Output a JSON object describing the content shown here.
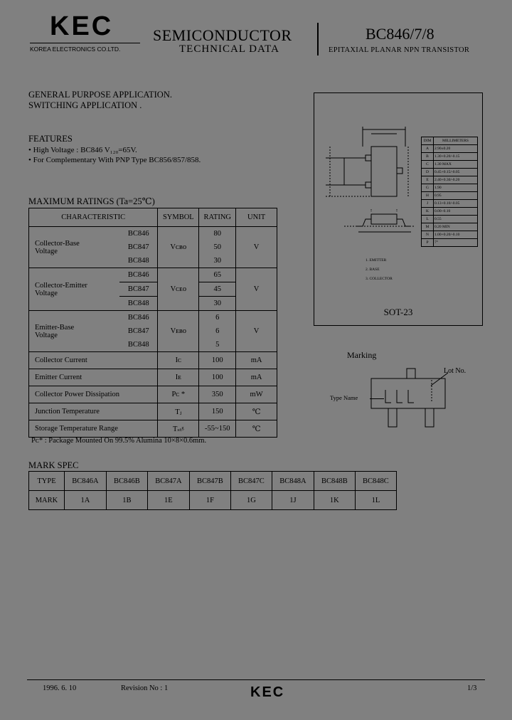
{
  "header": {
    "logo": "KEC",
    "company": "KOREA ELECTRONICS CO.LTD.",
    "semiconductor": "SEMICONDUCTOR",
    "technical_data": "TECHNICAL DATA",
    "part_number": "BC846/7/8",
    "description": "EPITAXIAL PLANAR NPN TRANSISTOR"
  },
  "applications": [
    "GENERAL PURPOSE APPLICATION.",
    "SWITCHING APPLICATION ."
  ],
  "features": {
    "heading": "FEATURES",
    "items": [
      "• High Voltage : BC846 V₁₂₀=65V.",
      "• For Complementary With PNP Type BC856/857/858."
    ]
  },
  "max_ratings": {
    "heading": "MAXIMUM RATINGS (Ta=25℃)",
    "columns": [
      "CHARACTERISTIC",
      "SYMBOL",
      "RATING",
      "UNIT"
    ],
    "groups": [
      {
        "name_lines": [
          "Collector-Base",
          "Voltage"
        ],
        "subs": [
          "BC846",
          "BC847",
          "BC848"
        ],
        "symbol": "Vᴄʙᴏ",
        "ratings": [
          "80",
          "50",
          "30"
        ],
        "unit": "V"
      },
      {
        "name_lines": [
          "Collector-Emitter",
          "Voltage"
        ],
        "subs": [
          "BC846",
          "BC847",
          "BC848"
        ],
        "symbol": "Vᴄᴇᴏ",
        "ratings": [
          "65",
          "45",
          "30"
        ],
        "unit": "V"
      },
      {
        "name_lines": [
          "Emitter-Base",
          "Voltage"
        ],
        "subs": [
          "BC846",
          "BC847",
          "BC848"
        ],
        "symbol": "Vᴇʙᴏ",
        "ratings": [
          "6",
          "6",
          "5"
        ],
        "unit": "V"
      }
    ],
    "rows": [
      {
        "name": "Collector Current",
        "symbol": "Iᴄ",
        "rating": "100",
        "unit": "mA"
      },
      {
        "name": "Emitter Current",
        "symbol": "Iᴇ",
        "rating": "100",
        "unit": "mA"
      },
      {
        "name": "Collector Power Dissipation",
        "symbol": "Pᴄ *",
        "rating": "350",
        "unit": "mW"
      },
      {
        "name": "Junction Temperature",
        "symbol": "Tⱼ",
        "rating": "150",
        "unit": "℃"
      },
      {
        "name": "Storage Temperature Range",
        "symbol": "Tₛₜᵍ",
        "rating": "-55~150",
        "unit": "℃"
      }
    ],
    "footnote": "Pᴄ* : Package Mounted On 99.5% Alumina 10×8×0.6mm."
  },
  "mark_spec": {
    "heading": "MARK SPEC",
    "type_label": "TYPE",
    "mark_label": "MARK",
    "types": [
      "BC846A",
      "BC846B",
      "BC847A",
      "BC847B",
      "BC847C",
      "BC848A",
      "BC848B",
      "BC848C"
    ],
    "marks": [
      "1A",
      "1B",
      "1E",
      "1F",
      "1G",
      "1J",
      "1K",
      "1L"
    ]
  },
  "package": {
    "name": "SOT-23",
    "pins": [
      "1. EMITTER",
      "2. BASE",
      "3. COLLECTOR"
    ],
    "dim_header": [
      "DIM",
      "MILLIMETERS"
    ],
    "dims": [
      [
        "A",
        "2.90±0.20"
      ],
      [
        "B",
        "1.30+0.20/-0.15"
      ],
      [
        "C",
        "1.30 MAX"
      ],
      [
        "D",
        "0.45+0.15/-0.05"
      ],
      [
        "E",
        "2.40+0.30/-0.20"
      ],
      [
        "G",
        "1.90"
      ],
      [
        "H",
        "0.95"
      ],
      [
        "J",
        "0.13+0.10/-0.05"
      ],
      [
        "K",
        "0.00~0.10"
      ],
      [
        "L",
        "0.55"
      ],
      [
        "M",
        "0.20 MIN"
      ],
      [
        "N",
        "1.00+0.20/-0.10"
      ],
      [
        "P",
        "7°"
      ]
    ]
  },
  "marking": {
    "heading": "Marking",
    "lot_no": "Lot No.",
    "type_name": "Type Name"
  },
  "footer": {
    "date": "1996. 6. 10",
    "revision": "Revision No : 1",
    "logo": "KEC",
    "page": "1/3"
  }
}
